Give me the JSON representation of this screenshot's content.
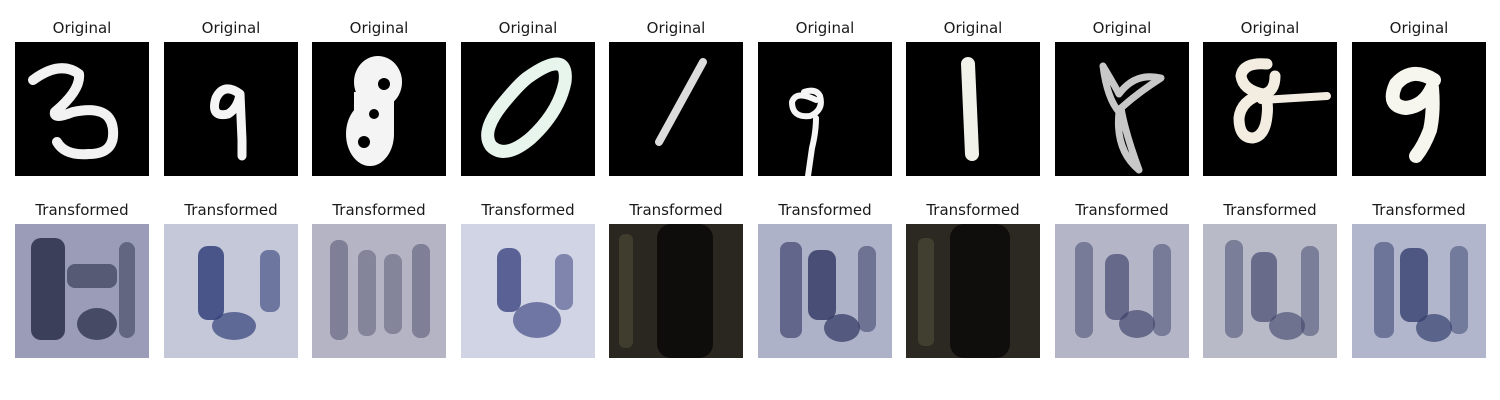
{
  "figure": {
    "rows": [
      {
        "label": "Original",
        "tiles": [
          {
            "name": "digit-3-tile",
            "bg": "#000000",
            "ink": "#f2f2f2"
          },
          {
            "name": "digit-9-tile",
            "bg": "#000000",
            "ink": "#f5f5f5"
          },
          {
            "name": "digit-8-tile",
            "bg": "#000000",
            "ink": "#f4f4f4"
          },
          {
            "name": "digit-0-tile",
            "bg": "#000000",
            "ink": "#e8f5ec"
          },
          {
            "name": "digit-1-tile",
            "bg": "#000000",
            "ink": "#dcdcdc"
          },
          {
            "name": "digit-9-tile",
            "bg": "#000000",
            "ink": "#f5f5f5"
          },
          {
            "name": "digit-1-tile",
            "bg": "#000000",
            "ink": "#f1f3ea"
          },
          {
            "name": "digit-8-tile",
            "bg": "#000000",
            "ink": "#c8c8c8"
          },
          {
            "name": "digit-8-tile",
            "bg": "#000000",
            "ink": "#f3ece0"
          },
          {
            "name": "digit-9-tile",
            "bg": "#000000",
            "ink": "#f6f5ee"
          }
        ]
      },
      {
        "label": "Transformed",
        "tiles": [
          {
            "name": "blurred-tile",
            "bg": "#9a9cb8",
            "ink": "#2a2f48"
          },
          {
            "name": "blurred-tile",
            "bg": "#c4c8d8",
            "ink": "#34407a"
          },
          {
            "name": "blurred-tile",
            "bg": "#b4b4c4",
            "ink": "#4a4a6a"
          },
          {
            "name": "blurred-tile",
            "bg": "#d0d4e4",
            "ink": "#3c4480"
          },
          {
            "name": "blurred-dark-tile",
            "bg": "#2a2620",
            "ink": "#0c0b0a"
          },
          {
            "name": "blurred-tile",
            "bg": "#aeb2c8",
            "ink": "#2e3460"
          },
          {
            "name": "blurred-dark-tile",
            "bg": "#2c2822",
            "ink": "#0c0b0a"
          },
          {
            "name": "blurred-tile",
            "bg": "#b4b6c8",
            "ink": "#3c4068"
          },
          {
            "name": "blurred-tile",
            "bg": "#b8bac8",
            "ink": "#3e4268"
          },
          {
            "name": "blurred-tile",
            "bg": "#b2b6cc",
            "ink": "#34406e"
          }
        ]
      }
    ]
  }
}
